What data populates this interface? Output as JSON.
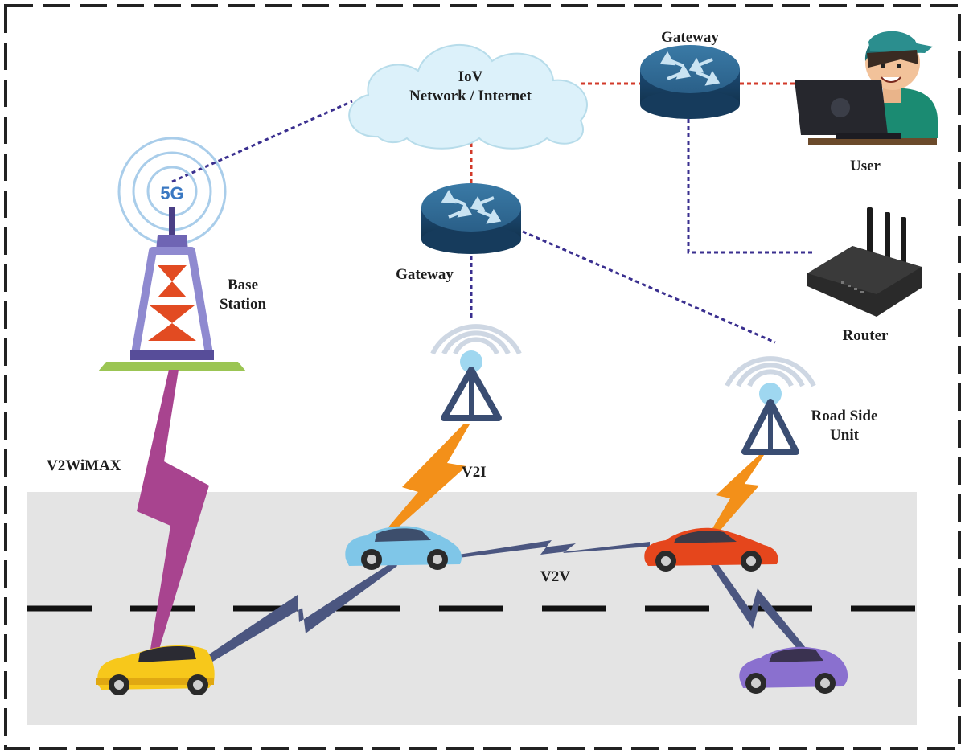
{
  "labels": {
    "cloud_line1": "IoV",
    "cloud_line2": "Network / Internet",
    "gateway_top": "Gateway",
    "gateway_mid": "Gateway",
    "user": "User",
    "router": "Router",
    "base_line1": "Base",
    "base_line2": "Station",
    "rsu_line1": "Road Side",
    "rsu_line2": "Unit",
    "v2wimax": "V2WiMAX",
    "v2i": "V2I",
    "v2v": "V2V",
    "tower_badge": "5G"
  },
  "colors": {
    "frame": "#222222",
    "road": "#e4e4e4",
    "lane_dash": "#111111",
    "link_blue": "#3a2f8f",
    "link_red": "#d23a2a",
    "bolt_magenta": "#a8448f",
    "bolt_orange": "#f39019",
    "bolt_slate": "#4b5680",
    "gateway": "#1f4d76",
    "cloud": "#d7eef8",
    "car_yellow": "#f7c81b",
    "car_blue": "#7fc6e8",
    "car_red": "#e5461c",
    "car_purple": "#8a70cf"
  },
  "icons": [
    "cloud-icon",
    "gateway-icon",
    "user-icon",
    "router-icon",
    "base-station-icon",
    "rsu-antenna-icon",
    "car-icon"
  ]
}
